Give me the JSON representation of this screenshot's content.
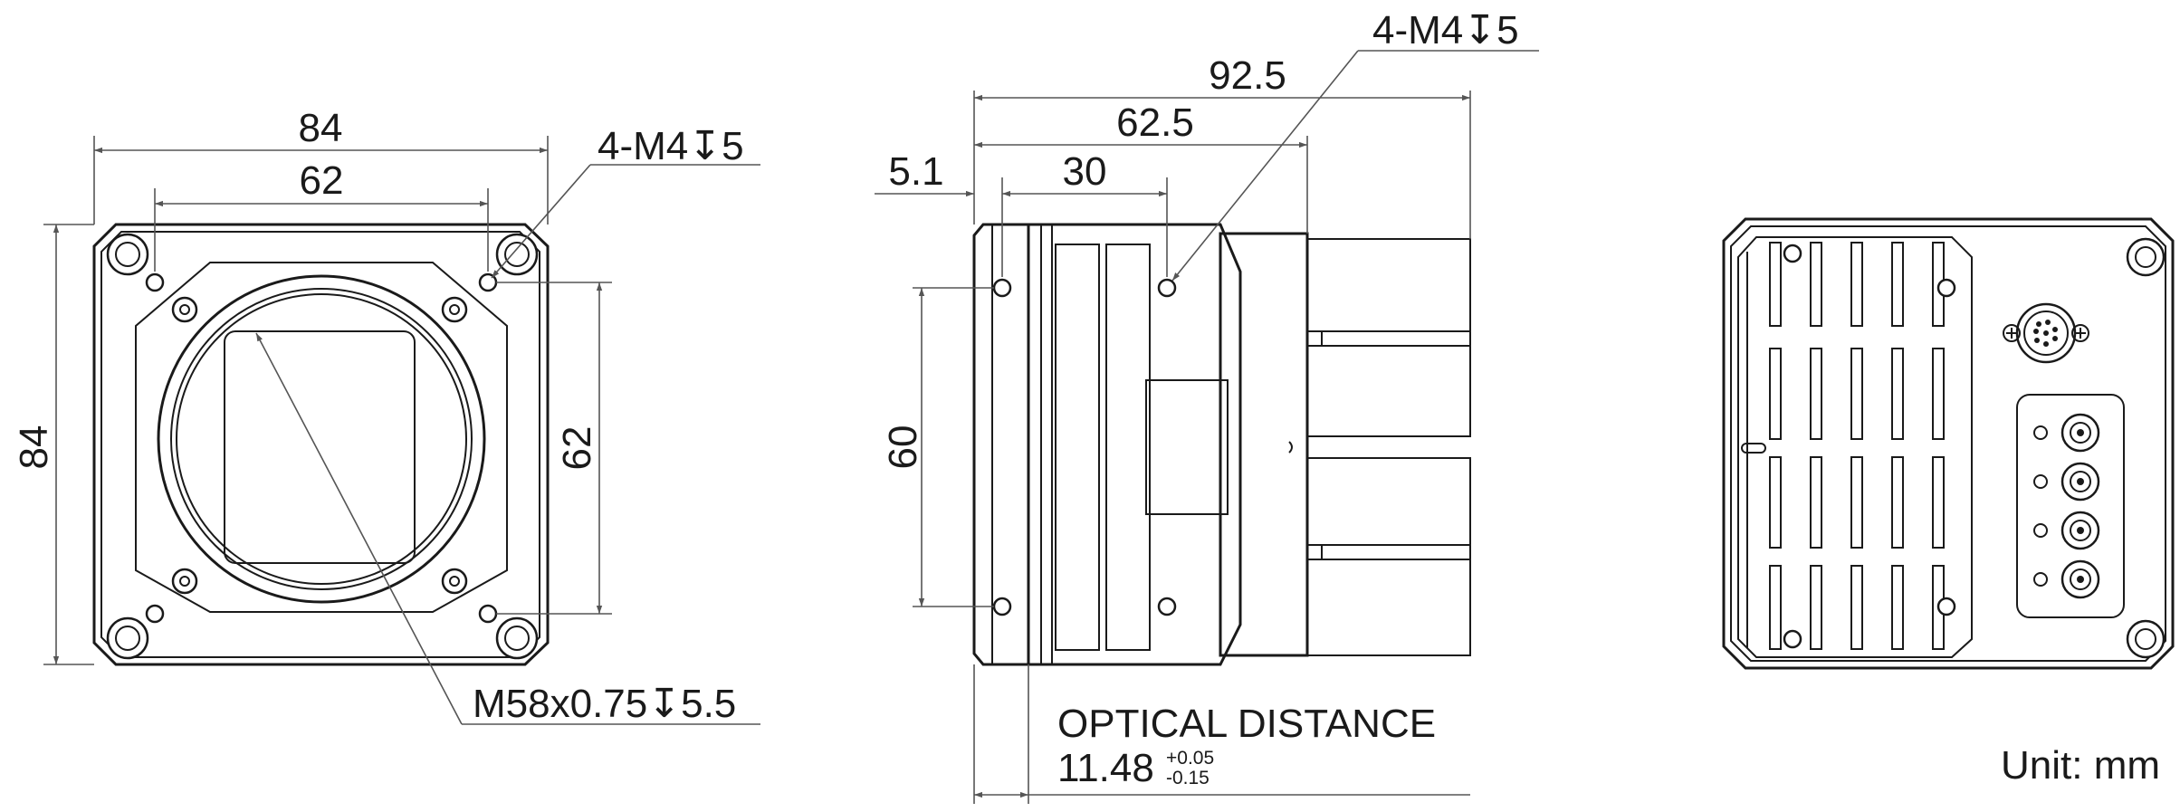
{
  "front_view": {
    "width_outer": "84",
    "width_inner": "62",
    "height_outer": "84",
    "height_inner": "62",
    "thread_holes": "4-M4↧5",
    "mount_thread": "M58x0.75↧5.5"
  },
  "side_view": {
    "length_total": "92.5",
    "length_body": "62.5",
    "length_holes": "30",
    "flange_offset": "5.1",
    "hole_spacing": "60",
    "thread_holes": "4-M4↧5",
    "optical_label": "OPTICAL DISTANCE",
    "optical_value": "11.48",
    "tol_upper": "+0.05",
    "tol_lower": "-0.15"
  },
  "rear_view": {
    "unit_label": "Unit: mm"
  },
  "colors": {
    "line": "#1a1a1a",
    "dimension": "#555555",
    "background": "#ffffff"
  },
  "icons": [
    "screw-icon",
    "connector-icon",
    "led-icon",
    "heatsink-fins"
  ]
}
